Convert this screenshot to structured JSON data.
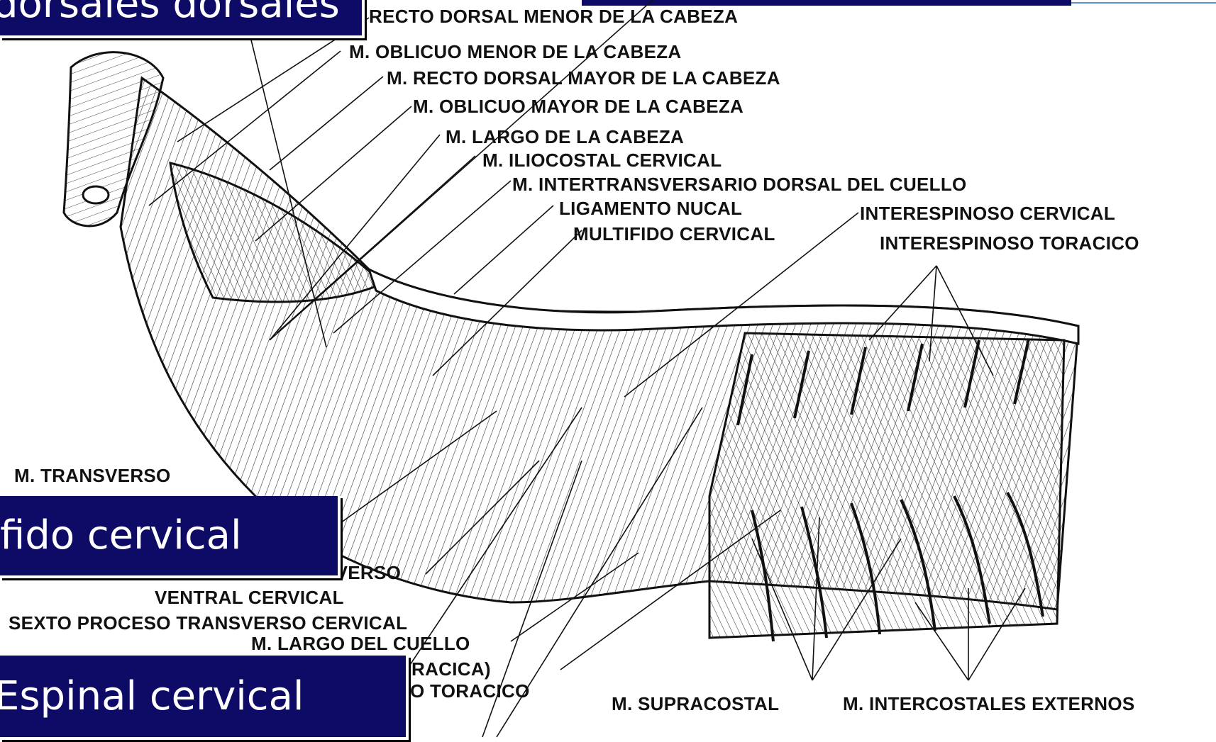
{
  "overlays": {
    "top_left": "dorsales dorsales",
    "multifido": "fido cervical",
    "espinal": "Espinal cervical"
  },
  "labels": {
    "recto_dorsal_menor": "RECTO DORSAL MENOR DE LA CABEZA",
    "oblicuo_menor": "M. OBLICUO MENOR DE LA CABEZA",
    "recto_dorsal_mayor": "M. RECTO DORSAL MAYOR DE LA CABEZA",
    "oblicuo_mayor": "M. OBLICUO MAYOR DE LA CABEZA",
    "largo_cabeza": "M. LARGO DE LA CABEZA",
    "iliocostal_cervical": "M. ILIOCOSTAL CERVICAL",
    "intertransversario": "M. INTERTRANSVERSARIO DORSAL DEL CUELLO",
    "ligamento_nucal": "LIGAMENTO NUCAL",
    "interespinoso_cervical": "INTERESPINOSO CERVICAL",
    "multifido_cervical": "MULTIFIDO CERVICAL",
    "interespinoso_toracico": "INTERESPINOSO TORACICO",
    "transverso": "M. TRANSVERSO",
    "transverso_partial": "SVERSO",
    "ventral_cervical": "VENTRAL CERVICAL",
    "sexto_proceso": "SEXTO PROCESO TRANSVERSO CERVICAL",
    "largo_cuello": "M. LARGO DEL CUELLO",
    "toracica_partial": "RACICA)",
    "toracico_partial": "O TORACICO",
    "supracostal": "M. SUPRACOSTAL",
    "intercostales": "M. INTERCOSTALES EXTERNOS"
  },
  "colors": {
    "overlay_bg": "#0d0b66",
    "overlay_text": "#ffffff",
    "ink": "#111111"
  }
}
